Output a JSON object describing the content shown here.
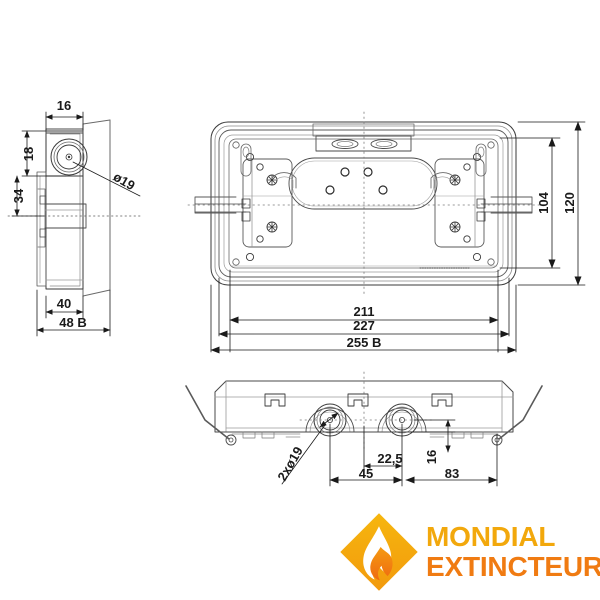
{
  "drawing": {
    "title": "Technical dimension drawing - fire extinguisher cabinet / box",
    "units": "mm",
    "views": [
      {
        "name": "side-view",
        "position": "left"
      },
      {
        "name": "top-view",
        "position": "center"
      },
      {
        "name": "front-bottom-view",
        "position": "bottom"
      }
    ]
  },
  "side_view": {
    "dimensions": {
      "width_top": "16",
      "height_top_offset": "18",
      "height_lower": "34",
      "hole_callout": "ø19",
      "depth_inner": "40",
      "depth_total": "48 B"
    }
  },
  "top_view": {
    "dimensions": {
      "length_inner": "211",
      "length_mid": "227",
      "length_total": "255 B",
      "height_inner": "104",
      "height_total": "120"
    }
  },
  "bottom_view": {
    "dimensions": {
      "holes_callout": "2xø19",
      "center_offset": "22,5",
      "left_span": "45",
      "vertical_offset": "16",
      "right_span": "83"
    }
  },
  "logo": {
    "line1": "MONDIAL",
    "line2": "EXTINCTEUR",
    "mark_name": "flame-diamond-icon",
    "colors": {
      "yellow": "#F2A80C",
      "orange": "#F07B12",
      "deep_orange": "#EF6C11"
    }
  },
  "colors": {
    "line": "#2b2b2b",
    "thin_line": "#555555",
    "dim_line": "#1a1a1a",
    "background": "#ffffff"
  }
}
